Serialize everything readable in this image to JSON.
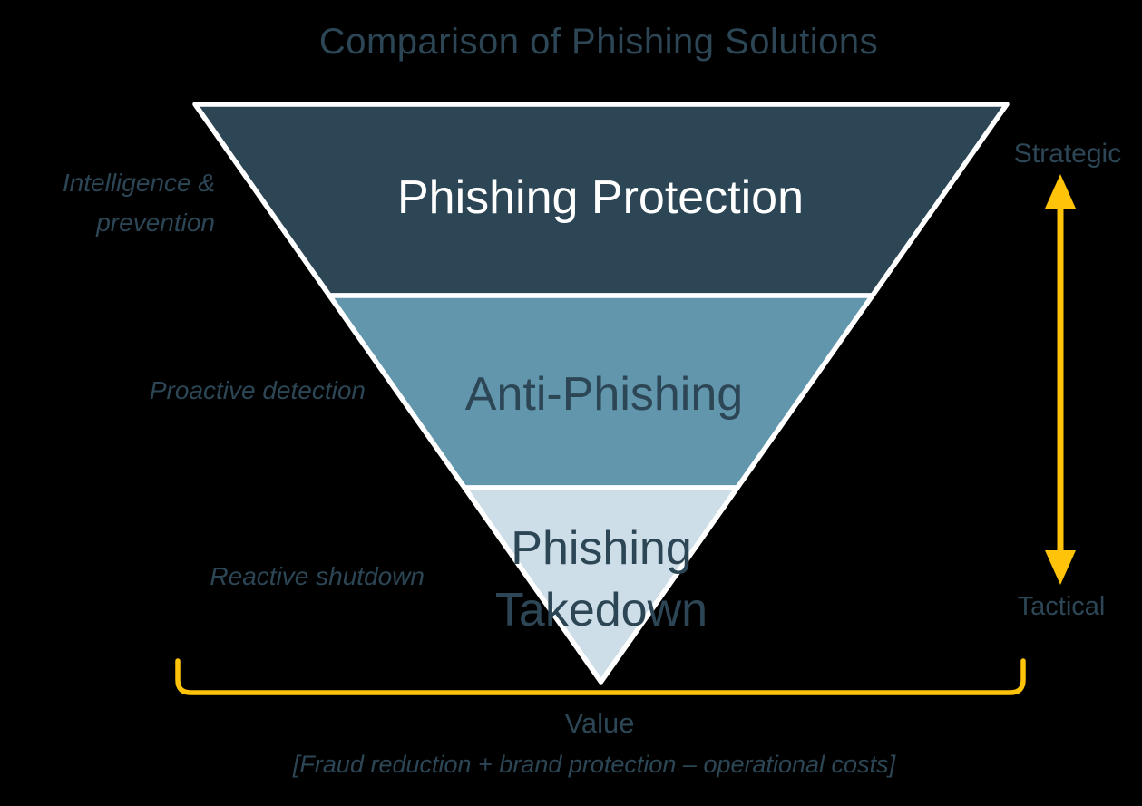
{
  "title": "Comparison of Phishing Solutions",
  "colors": {
    "background": "#000000",
    "dark_teal": "#2C4655",
    "medium_blue": "#6296AD",
    "light_blue": "#CEDEE8",
    "stroke_white": "#FFFFFF",
    "accent_gold": "#FFC30A",
    "text_light": "#FFFFFF"
  },
  "funnel": {
    "bands": [
      {
        "label": "Phishing Protection",
        "side_label": "Intelligence & prevention",
        "fill": "#2C4655",
        "text_color": "#FFFFFF"
      },
      {
        "label": "Anti-Phishing",
        "side_label": "Proactive detection",
        "fill": "#6296AD",
        "text_color": "#2C4655"
      },
      {
        "label": "Phishing Takedown",
        "side_label": "Reactive shutdown",
        "fill": "#CEDEE8",
        "text_color": "#2C4655"
      }
    ]
  },
  "value_axis": {
    "top_label": "Strategic",
    "bottom_label": "Tactical",
    "arrow_color": "#FFC30A"
  },
  "value_bracket": {
    "label": "Value",
    "formula": "[Fraud reduction + brand protection – operational costs]",
    "color": "#FFC30A"
  }
}
